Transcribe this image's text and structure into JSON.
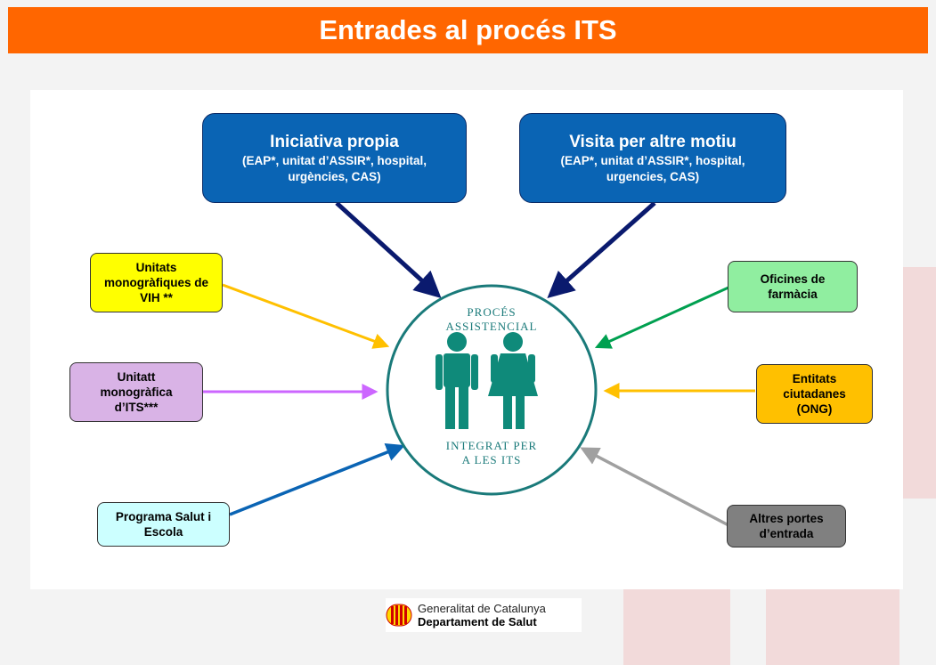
{
  "header": {
    "title": "Entrades al procés ITS"
  },
  "top_boxes": [
    {
      "title": "Iniciativa propia",
      "subtitle": "(EAP*, unitat d’ASSIR*, hospital, urgències, CAS)"
    },
    {
      "title": "Visita per altre motiu",
      "subtitle": "(EAP*, unitat d’ASSIR*, hospital, urgencies, CAS)"
    }
  ],
  "left_boxes": [
    {
      "label": "Unitats monogràfiques de VIH **",
      "color": "#ffff00"
    },
    {
      "label": "Unitatt monogràfica d’ITS***",
      "color": "#d9b3e6"
    },
    {
      "label": "Programa Salut i Escola",
      "color": "#ccffff"
    }
  ],
  "right_boxes": [
    {
      "label": "Oficines de farmàcia",
      "color": "#90eea0"
    },
    {
      "label": "Entitats ciutadanes (ONG)",
      "color": "#ffc000"
    },
    {
      "label": "Altres portes d’entrada",
      "color": "#808080"
    }
  ],
  "center": {
    "top_text_1": "PROCÉS",
    "top_text_2": "ASSISTENCIAL",
    "bottom_text_1": "INTEGRAT PER",
    "bottom_text_2": "A LES ITS"
  },
  "arrow_colors": {
    "top": "#0a1a6e",
    "vih": "#ffc000",
    "its": "#cc66ff",
    "escola": "#0a64b4",
    "farmacia": "#00a050",
    "ong": "#ffc000",
    "altres": "#a0a0a0"
  },
  "footer": {
    "line1": "Generalitat de Catalunya",
    "line2": "Departament de Salut"
  }
}
